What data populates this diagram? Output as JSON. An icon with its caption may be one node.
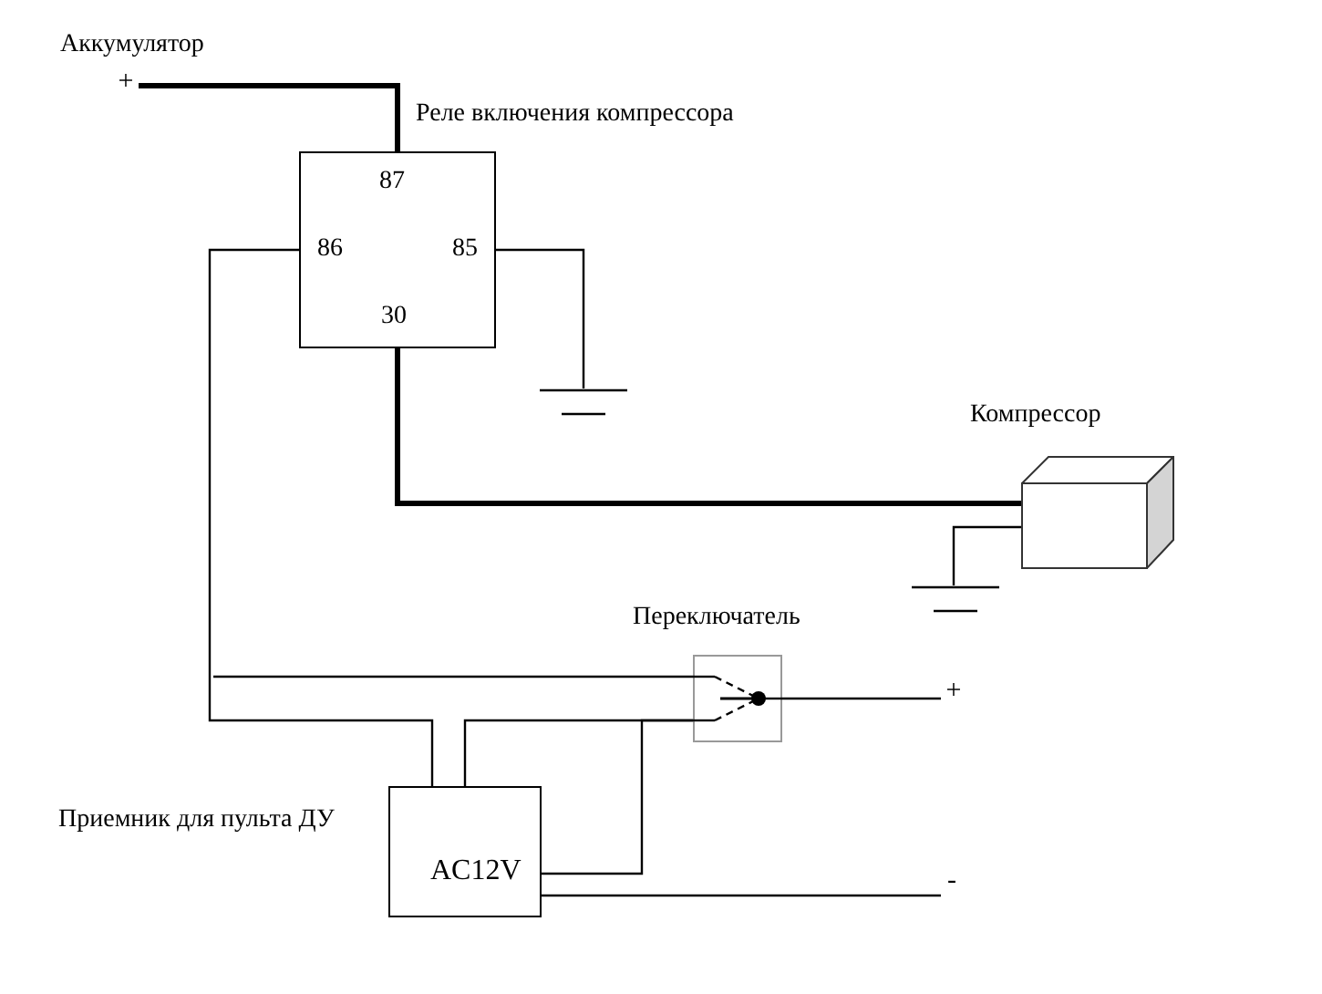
{
  "diagram": {
    "nodes": [
      {
        "text": [
          "+"
        ],
        "beside": [
          "Аккумулятор"
        ]
      },
      {
        "text": [
          "87",
          "86",
          "85",
          "30"
        ],
        "beside": [
          "Реле включения компрессора"
        ]
      },
      {
        "text": [],
        "shape": "ground"
      },
      {
        "text": [],
        "shape": "box",
        "beside": [
          "Компрессор"
        ]
      },
      {
        "text": [],
        "shape": "ground"
      },
      {
        "text": [],
        "shape": "box",
        "beside": [
          "Переключатель"
        ]
      },
      {
        "text": [
          "AC12V"
        ],
        "beside": [
          "Приемник для пульта ДУ"
        ]
      },
      {
        "text": [
          "+"
        ]
      },
      {
        "text": [
          "-"
        ]
      }
    ],
    "edges": [
      {
        "from": 0,
        "to": 1,
        "arrow": "none",
        "style": "thick"
      },
      {
        "from": 1,
        "to": 2,
        "arrow": "none"
      },
      {
        "from": 1,
        "to": 3,
        "arrow": "none",
        "style": "thick"
      },
      {
        "from": 3,
        "to": 4,
        "arrow": "none"
      },
      {
        "from": 1,
        "to": 6,
        "arrow": "none"
      },
      {
        "from": null,
        "to": 5,
        "arrow": "none"
      },
      {
        "from": 6,
        "to": 5,
        "arrow": "none"
      },
      {
        "from": 6,
        "to": 5,
        "arrow": "none"
      },
      {
        "from": 5,
        "to": 7,
        "arrow": "none"
      },
      {
        "from": 6,
        "to": 8,
        "arrow": "none"
      }
    ]
  }
}
